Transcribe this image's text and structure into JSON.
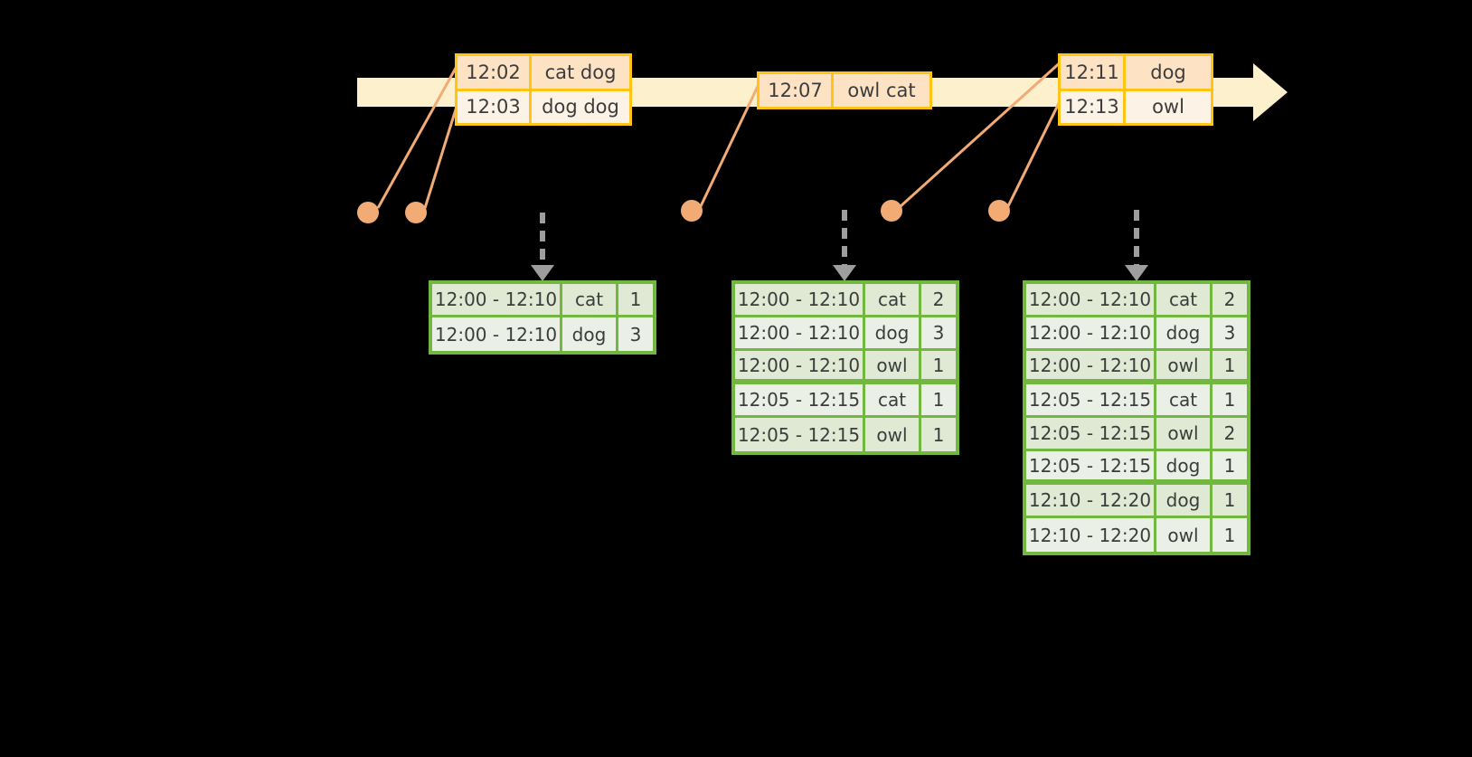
{
  "diagram": {
    "title": "windowed word count streaming diagram",
    "colors": {
      "timeline_fill": "#fdf0cc",
      "event_border": "#ffc414",
      "event_shade": "#fde3c4",
      "event_light": "#fdf2e6",
      "dot": "#f2ab74",
      "leader_line": "#f2ab74",
      "table_border": "#72b740",
      "table_row_a": "#dfe9d4",
      "table_row_b": "#eaf0e6",
      "arrow_gray": "#9e9e9e",
      "background": "#000000"
    }
  },
  "timeline": {
    "arrow_icon": "right-arrow-head",
    "events": [
      {
        "id": "event-group-1",
        "rows": [
          {
            "time": "12:02",
            "words": "cat dog"
          },
          {
            "time": "12:03",
            "words": "dog dog"
          }
        ]
      },
      {
        "id": "event-group-2",
        "rows": [
          {
            "time": "12:07",
            "words": "owl cat"
          }
        ]
      },
      {
        "id": "event-group-3",
        "rows": [
          {
            "time": "12:11",
            "words": "dog"
          },
          {
            "time": "12:13",
            "words": "owl"
          }
        ]
      }
    ]
  },
  "results": [
    {
      "id": "result-table-1",
      "rows": [
        {
          "window": "12:00 - 12:10",
          "word": "cat",
          "count": "1"
        },
        {
          "window": "12:00 - 12:10",
          "word": "dog",
          "count": "3"
        }
      ]
    },
    {
      "id": "result-table-2",
      "rows": [
        {
          "window": "12:00 - 12:10",
          "word": "cat",
          "count": "2"
        },
        {
          "window": "12:00 - 12:10",
          "word": "dog",
          "count": "3"
        },
        {
          "window": "12:00 - 12:10",
          "word": "owl",
          "count": "1"
        },
        {
          "window": "12:05 - 12:15",
          "word": "cat",
          "count": "1"
        },
        {
          "window": "12:05 - 12:15",
          "word": "owl",
          "count": "1"
        }
      ]
    },
    {
      "id": "result-table-3",
      "rows": [
        {
          "window": "12:00 - 12:10",
          "word": "cat",
          "count": "2"
        },
        {
          "window": "12:00 - 12:10",
          "word": "dog",
          "count": "3"
        },
        {
          "window": "12:00 - 12:10",
          "word": "owl",
          "count": "1"
        },
        {
          "window": "12:05 - 12:15",
          "word": "cat",
          "count": "1"
        },
        {
          "window": "12:05 - 12:15",
          "word": "owl",
          "count": "2"
        },
        {
          "window": "12:05 - 12:15",
          "word": "dog",
          "count": "1"
        },
        {
          "window": "12:10 - 12:20",
          "word": "dog",
          "count": "1"
        },
        {
          "window": "12:10 - 12:20",
          "word": "owl",
          "count": "1"
        }
      ]
    }
  ]
}
